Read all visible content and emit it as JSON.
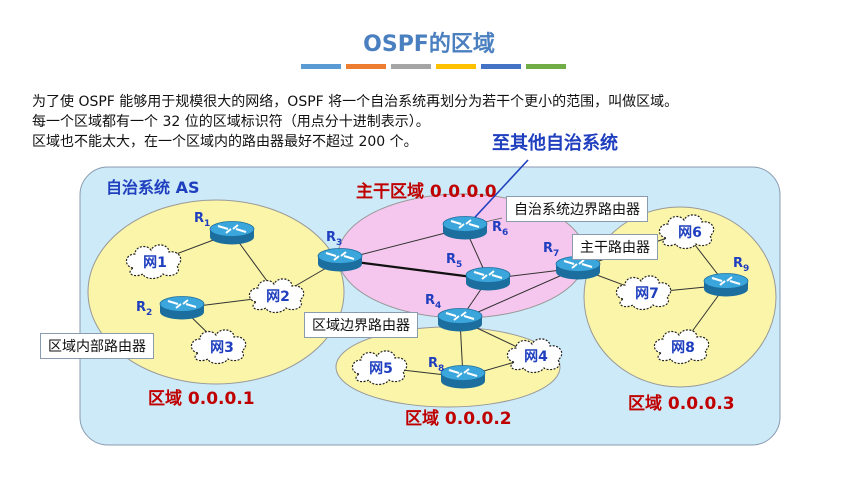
{
  "slide": {
    "title": "OSPF的区域",
    "bar_colors": [
      "#5b9bd5",
      "#ed7d31",
      "#a5a5a5",
      "#ffc000",
      "#4472c4",
      "#70ad47"
    ],
    "paragraph": [
      "为了使 OSPF 能够用于规模很大的网络，OSPF 将一个自治系统再划分为若干个更小的范围，叫做区域。",
      "每一个区域都有一个 32 位的区域标识符（用点分十进制表示）。",
      "区域也不能太大，在一个区域内的路由器最好不超过 200 个。"
    ]
  },
  "diagram": {
    "as_label": "自治系统 AS",
    "to_other_as": "至其他自治系统",
    "backbone_label": "主干区域 0.0.0.0",
    "area1_label": "区域 0.0.0.1",
    "area2_label": "区域 0.0.0.2",
    "area3_label": "区域 0.0.0.3",
    "callouts": {
      "as_border_router": "自治系统边界路由器",
      "backbone_router": "主干路由器",
      "area_border_router": "区域边界路由器",
      "internal_router": "区域内部路由器"
    },
    "routers": [
      "R1",
      "R2",
      "R3",
      "R4",
      "R5",
      "R6",
      "R7",
      "R8",
      "R9"
    ],
    "networks": [
      "网1",
      "网2",
      "网3",
      "网4",
      "网5",
      "网6",
      "网7",
      "网8"
    ],
    "colors": {
      "as_fill": "#cdeaf8",
      "area_fill": "#faf5a8",
      "backbone_fill": "#f6c7ee",
      "label_blue": "#1f3fbf",
      "label_red": "#c00000",
      "router_fill": "#2e9ad0"
    }
  }
}
